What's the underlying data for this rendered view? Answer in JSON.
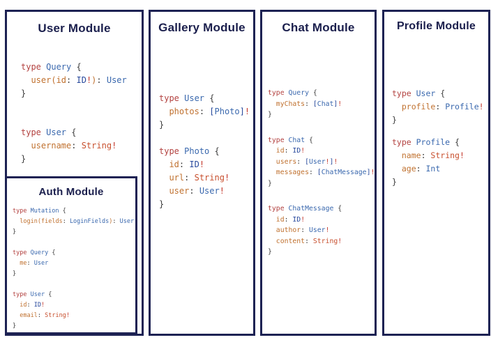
{
  "theme": {
    "background": "#ffffff",
    "border": "#1d2253",
    "title_color": "#1b1f4d"
  },
  "syntax_colors": {
    "kw": "#b34240",
    "tn": "#3a68ae",
    "fd": "#c0712f",
    "id": "#27489c",
    "st": "#c8502e",
    "bg": "#c43a2e",
    "br": "#27489c",
    "pn": "#3c3c3c"
  },
  "panels": [
    {
      "id": "user",
      "title": "User Module",
      "blocks": [
        {
          "lines": [
            [
              [
                "kw",
                "type "
              ],
              [
                "tn",
                "Query "
              ],
              [
                "pn",
                "{"
              ]
            ],
            [
              [
                "pn",
                "  "
              ],
              [
                "fd",
                "user("
              ],
              [
                "fd",
                "id"
              ],
              [
                "pn",
                ": "
              ],
              [
                "id",
                "ID"
              ],
              [
                "bg",
                "!"
              ],
              [
                "fd",
                ")"
              ],
              [
                "pn",
                ": "
              ],
              [
                "tn",
                "User"
              ]
            ],
            [
              [
                "pn",
                "}"
              ]
            ]
          ]
        },
        {
          "lines": [
            [
              [
                "kw",
                "type "
              ],
              [
                "tn",
                "User "
              ],
              [
                "pn",
                "{"
              ]
            ],
            [
              [
                "pn",
                "  "
              ],
              [
                "fd",
                "username"
              ],
              [
                "pn",
                ": "
              ],
              [
                "st",
                "String"
              ],
              [
                "bg",
                "!"
              ]
            ],
            [
              [
                "pn",
                "}"
              ]
            ]
          ]
        }
      ]
    },
    {
      "id": "gallery",
      "title": "Gallery Module",
      "blocks": [
        {
          "lines": [
            [
              [
                "kw",
                "type "
              ],
              [
                "tn",
                "User "
              ],
              [
                "pn",
                "{"
              ]
            ],
            [
              [
                "pn",
                "  "
              ],
              [
                "fd",
                "photos"
              ],
              [
                "pn",
                ": "
              ],
              [
                "br",
                "["
              ],
              [
                "tn",
                "Photo"
              ],
              [
                "br",
                "]"
              ],
              [
                "bg",
                "!"
              ]
            ],
            [
              [
                "pn",
                "}"
              ]
            ]
          ]
        },
        {
          "lines": [
            [
              [
                "kw",
                "type "
              ],
              [
                "tn",
                "Photo "
              ],
              [
                "pn",
                "{"
              ]
            ],
            [
              [
                "pn",
                "  "
              ],
              [
                "fd",
                "id"
              ],
              [
                "pn",
                ": "
              ],
              [
                "id",
                "ID"
              ],
              [
                "bg",
                "!"
              ]
            ],
            [
              [
                "pn",
                "  "
              ],
              [
                "fd",
                "url"
              ],
              [
                "pn",
                ": "
              ],
              [
                "st",
                "String"
              ],
              [
                "bg",
                "!"
              ]
            ],
            [
              [
                "pn",
                "  "
              ],
              [
                "fd",
                "user"
              ],
              [
                "pn",
                ": "
              ],
              [
                "tn",
                "User"
              ],
              [
                "bg",
                "!"
              ]
            ],
            [
              [
                "pn",
                "}"
              ]
            ]
          ]
        }
      ]
    },
    {
      "id": "chat",
      "title": "Chat Module",
      "blocks": [
        {
          "lines": [
            [
              [
                "kw",
                "type "
              ],
              [
                "tn",
                "Query "
              ],
              [
                "pn",
                "{"
              ]
            ],
            [
              [
                "pn",
                "  "
              ],
              [
                "fd",
                "myChats"
              ],
              [
                "pn",
                ": "
              ],
              [
                "br",
                "["
              ],
              [
                "tn",
                "Chat"
              ],
              [
                "br",
                "]"
              ],
              [
                "bg",
                "!"
              ]
            ],
            [
              [
                "pn",
                "}"
              ]
            ]
          ]
        },
        {
          "lines": [
            [
              [
                "kw",
                "type "
              ],
              [
                "tn",
                "Chat "
              ],
              [
                "pn",
                "{"
              ]
            ],
            [
              [
                "pn",
                "  "
              ],
              [
                "fd",
                "id"
              ],
              [
                "pn",
                ": "
              ],
              [
                "id",
                "ID"
              ],
              [
                "bg",
                "!"
              ]
            ],
            [
              [
                "pn",
                "  "
              ],
              [
                "fd",
                "users"
              ],
              [
                "pn",
                ": "
              ],
              [
                "br",
                "["
              ],
              [
                "tn",
                "User"
              ],
              [
                "bg",
                "!"
              ],
              [
                "br",
                "]"
              ],
              [
                "bg",
                "!"
              ]
            ],
            [
              [
                "pn",
                "  "
              ],
              [
                "fd",
                "messages"
              ],
              [
                "pn",
                ": "
              ],
              [
                "br",
                "["
              ],
              [
                "tn",
                "ChatMessage"
              ],
              [
                "br",
                "]"
              ],
              [
                "bg",
                "!"
              ]
            ],
            [
              [
                "pn",
                "}"
              ]
            ]
          ]
        },
        {
          "lines": [
            [
              [
                "kw",
                "type "
              ],
              [
                "tn",
                "ChatMessage "
              ],
              [
                "pn",
                "{"
              ]
            ],
            [
              [
                "pn",
                "  "
              ],
              [
                "fd",
                "id"
              ],
              [
                "pn",
                ": "
              ],
              [
                "id",
                "ID"
              ],
              [
                "bg",
                "!"
              ]
            ],
            [
              [
                "pn",
                "  "
              ],
              [
                "fd",
                "author"
              ],
              [
                "pn",
                ": "
              ],
              [
                "tn",
                "User"
              ],
              [
                "bg",
                "!"
              ]
            ],
            [
              [
                "pn",
                "  "
              ],
              [
                "fd",
                "content"
              ],
              [
                "pn",
                ": "
              ],
              [
                "st",
                "String"
              ],
              [
                "bg",
                "!"
              ]
            ],
            [
              [
                "pn",
                "}"
              ]
            ]
          ]
        }
      ]
    },
    {
      "id": "profile",
      "title": "Profile Module",
      "blocks": [
        {
          "lines": [
            [
              [
                "kw",
                "type "
              ],
              [
                "tn",
                "User "
              ],
              [
                "pn",
                "{"
              ]
            ],
            [
              [
                "pn",
                "  "
              ],
              [
                "fd",
                "profile"
              ],
              [
                "pn",
                ": "
              ],
              [
                "tn",
                "Profile"
              ],
              [
                "bg",
                "!"
              ]
            ],
            [
              [
                "pn",
                "}"
              ]
            ]
          ]
        },
        {
          "lines": [
            [
              [
                "kw",
                "type "
              ],
              [
                "tn",
                "Profile "
              ],
              [
                "pn",
                "{"
              ]
            ],
            [
              [
                "pn",
                "  "
              ],
              [
                "fd",
                "name"
              ],
              [
                "pn",
                ": "
              ],
              [
                "st",
                "String"
              ],
              [
                "bg",
                "!"
              ]
            ],
            [
              [
                "pn",
                "  "
              ],
              [
                "fd",
                "age"
              ],
              [
                "pn",
                ": "
              ],
              [
                "tn",
                "Int"
              ]
            ],
            [
              [
                "pn",
                "}"
              ]
            ]
          ]
        }
      ]
    },
    {
      "id": "auth",
      "title": "Auth Module",
      "blocks": [
        {
          "lines": [
            [
              [
                "kw",
                "type "
              ],
              [
                "tn",
                "Mutation "
              ],
              [
                "pn",
                "{"
              ]
            ],
            [
              [
                "pn",
                "  "
              ],
              [
                "fd",
                "login("
              ],
              [
                "fd",
                "fields"
              ],
              [
                "pn",
                ": "
              ],
              [
                "tn",
                "LoginFields"
              ],
              [
                "fd",
                ")"
              ],
              [
                "pn",
                ": "
              ],
              [
                "tn",
                "User"
              ]
            ],
            [
              [
                "pn",
                "}"
              ]
            ]
          ]
        },
        {
          "lines": [
            [
              [
                "kw",
                "type "
              ],
              [
                "tn",
                "Query "
              ],
              [
                "pn",
                "{"
              ]
            ],
            [
              [
                "pn",
                "  "
              ],
              [
                "fd",
                "me"
              ],
              [
                "pn",
                ": "
              ],
              [
                "tn",
                "User"
              ]
            ],
            [
              [
                "pn",
                "}"
              ]
            ]
          ]
        },
        {
          "lines": [
            [
              [
                "kw",
                "type "
              ],
              [
                "tn",
                "User "
              ],
              [
                "pn",
                "{"
              ]
            ],
            [
              [
                "pn",
                "  "
              ],
              [
                "fd",
                "id"
              ],
              [
                "pn",
                ": "
              ],
              [
                "id",
                "ID"
              ],
              [
                "bg",
                "!"
              ]
            ],
            [
              [
                "pn",
                "  "
              ],
              [
                "fd",
                "email"
              ],
              [
                "pn",
                ": "
              ],
              [
                "st",
                "String"
              ],
              [
                "bg",
                "!"
              ]
            ],
            [
              [
                "pn",
                "}"
              ]
            ]
          ]
        }
      ]
    }
  ]
}
